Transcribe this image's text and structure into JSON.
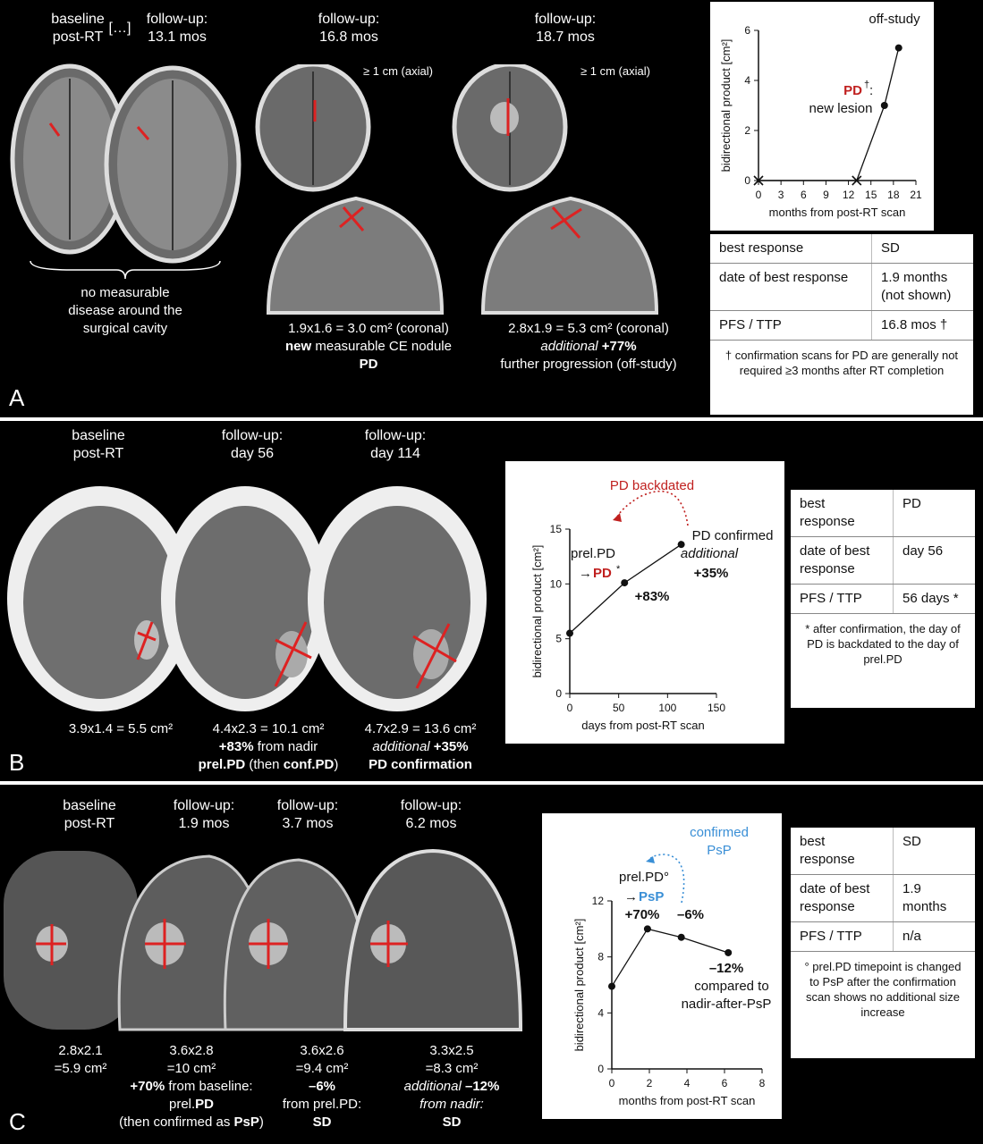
{
  "panelA": {
    "letter": "A",
    "labels": [
      {
        "l1": "baseline",
        "l2": "post-RT"
      },
      {
        "l1": "[…]",
        "l2": ""
      },
      {
        "l1": "follow-up:",
        "l2": "13.1 mos"
      },
      {
        "l1": "follow-up:",
        "l2": "16.8 mos"
      },
      {
        "l1": "follow-up:",
        "l2": "18.7 mos"
      }
    ],
    "axial_note": "≥ 1 cm (axial)",
    "caption_left": [
      "no measurable",
      "disease around the",
      "surgical cavity"
    ],
    "caption_mid": {
      "line1": "1.9x1.6 = 3.0 cm² (coronal)",
      "line2a": "new",
      "line2b": " measurable CE nodule",
      "line3": "PD"
    },
    "caption_right": {
      "line1": "2.8x1.9 = 5.3 cm² (coronal)",
      "line2a": "additional",
      "line2b": " +77%",
      "line3": "further progression (off-study)"
    },
    "chart_data": {
      "type": "line",
      "xlabel": "months from post-RT scan",
      "ylabel": "bidirectional product [cm²]",
      "xlim": [
        0,
        21
      ],
      "ylim": [
        0,
        6
      ],
      "xticks": [
        0,
        3,
        6,
        9,
        12,
        15,
        18,
        21
      ],
      "yticks": [
        0,
        2,
        4,
        6
      ],
      "points": [
        {
          "x": 0,
          "y": 0,
          "marker": "x"
        },
        {
          "x": 13.1,
          "y": 0,
          "marker": "x"
        },
        {
          "x": 16.8,
          "y": 3.0,
          "marker": "dot"
        },
        {
          "x": 18.7,
          "y": 5.3,
          "marker": "dot"
        }
      ],
      "annotations": {
        "offstudy": "off-study",
        "pd": "PD",
        "pd_sup": "†",
        "pd_colon": " :",
        "newlesion": "new lesion"
      }
    },
    "table": {
      "rows": [
        {
          "k": "best response",
          "v": "SD"
        },
        {
          "k": "date of best response",
          "v": "1.9 months (not shown)"
        },
        {
          "k": "PFS / TTP",
          "v": "16.8 mos †"
        }
      ],
      "note": "† confirmation scans for PD are generally not required ≥3 months after RT completion"
    }
  },
  "panelB": {
    "letter": "B",
    "labels": [
      {
        "l1": "baseline",
        "l2": "post-RT"
      },
      {
        "l1": "follow-up:",
        "l2": "day 56"
      },
      {
        "l1": "follow-up:",
        "l2": "day 114"
      }
    ],
    "cap1": "3.9x1.4 = 5.5 cm²",
    "cap2": {
      "l1": "4.4x2.3 = 10.1 cm²",
      "l2a": "+83%",
      "l2b": " from nadir",
      "l3a": "prel.PD",
      "l3b": " (then ",
      "l3c": "conf.PD",
      "l3d": ")"
    },
    "cap3": {
      "l1": "4.7x2.9 = 13.6 cm²",
      "l2a": "additional",
      "l2b": " +35%",
      "l3": "PD confirmation"
    },
    "chart_data": {
      "type": "line",
      "xlabel": "days from post-RT scan",
      "ylabel": "bidirectional product [cm²]",
      "xlim": [
        0,
        150
      ],
      "ylim": [
        0,
        15
      ],
      "xticks": [
        0,
        50,
        100,
        150
      ],
      "yticks": [
        0,
        5,
        10,
        15
      ],
      "points": [
        {
          "x": 0,
          "y": 5.5
        },
        {
          "x": 56,
          "y": 10.1
        },
        {
          "x": 114,
          "y": 13.6
        }
      ],
      "annotations": {
        "backdated": "PD backdated",
        "prelpd": "prel.PD",
        "arrowpd": "→",
        "pd": "PD",
        "pd_star": "*",
        "plus83": "+83%",
        "confirmed": "PD confirmed",
        "additional": "additional",
        "plus35": "+35%"
      }
    },
    "table": {
      "rows": [
        {
          "k": "best response",
          "v": "PD"
        },
        {
          "k": "date of best response",
          "v": "day 56"
        },
        {
          "k": "PFS / TTP",
          "v": "56 days *"
        }
      ],
      "note": "* after confirmation, the day of PD is backdated to the day of prel.PD"
    }
  },
  "panelC": {
    "letter": "C",
    "labels": [
      {
        "l1": "baseline",
        "l2": "post-RT"
      },
      {
        "l1": "follow-up:",
        "l2": "1.9 mos"
      },
      {
        "l1": "follow-up:",
        "l2": "3.7 mos"
      },
      {
        "l1": "follow-up:",
        "l2": "6.2 mos"
      }
    ],
    "cap1": {
      "l1": "2.8x2.1",
      "l2": "=5.9 cm²"
    },
    "cap2": {
      "l1": "3.6x2.8",
      "l2": "=10 cm²",
      "l3a": "+70%",
      "l3b": " from baseline:",
      "l4a": "prel.",
      "l4b": "PD",
      "l5a": "(then confirmed as ",
      "l5b": "PsP",
      "l5c": ")"
    },
    "cap3": {
      "l1": "3.6x2.6",
      "l2": "=9.4 cm²",
      "l3": "–6%",
      "l4": "from prel.PD:",
      "l5": "SD"
    },
    "cap4": {
      "l1": "3.3x2.5",
      "l2": "=8.3 cm²",
      "l3a": "additional",
      "l3b": " –12%",
      "l4": "from nadir:",
      "l5": "SD"
    },
    "chart_data": {
      "type": "line",
      "xlabel": "months from post-RT scan",
      "ylabel": "bidirectional product [cm²]",
      "xlim": [
        0,
        8
      ],
      "ylim": [
        0,
        12
      ],
      "xticks": [
        0,
        2,
        4,
        6,
        8
      ],
      "yticks": [
        0,
        4,
        8,
        12
      ],
      "points": [
        {
          "x": 0,
          "y": 5.9
        },
        {
          "x": 1.9,
          "y": 10
        },
        {
          "x": 3.7,
          "y": 9.4
        },
        {
          "x": 6.2,
          "y": 8.3
        }
      ],
      "annotations": {
        "confirmed1": "confirmed",
        "confirmed2": "PsP",
        "prelpd": "prel.PD°",
        "arrow": "→",
        "psp": "PsP",
        "plus70": "+70%",
        "minus6": "–6%",
        "minus12": "–12%",
        "compared": "compared to",
        "nadir": "nadir-after-PsP"
      }
    },
    "table": {
      "rows": [
        {
          "k": "best response",
          "v": "SD"
        },
        {
          "k": "date of best response",
          "v": "1.9 months"
        },
        {
          "k": "PFS / TTP",
          "v": "n/a"
        }
      ],
      "note": "° prel.PD timepoint is changed to PsP after the confirmation scan shows no additional size increase"
    }
  },
  "colors": {
    "red": "#c0201f",
    "blue": "#3a8fd6",
    "background": "#000000"
  }
}
